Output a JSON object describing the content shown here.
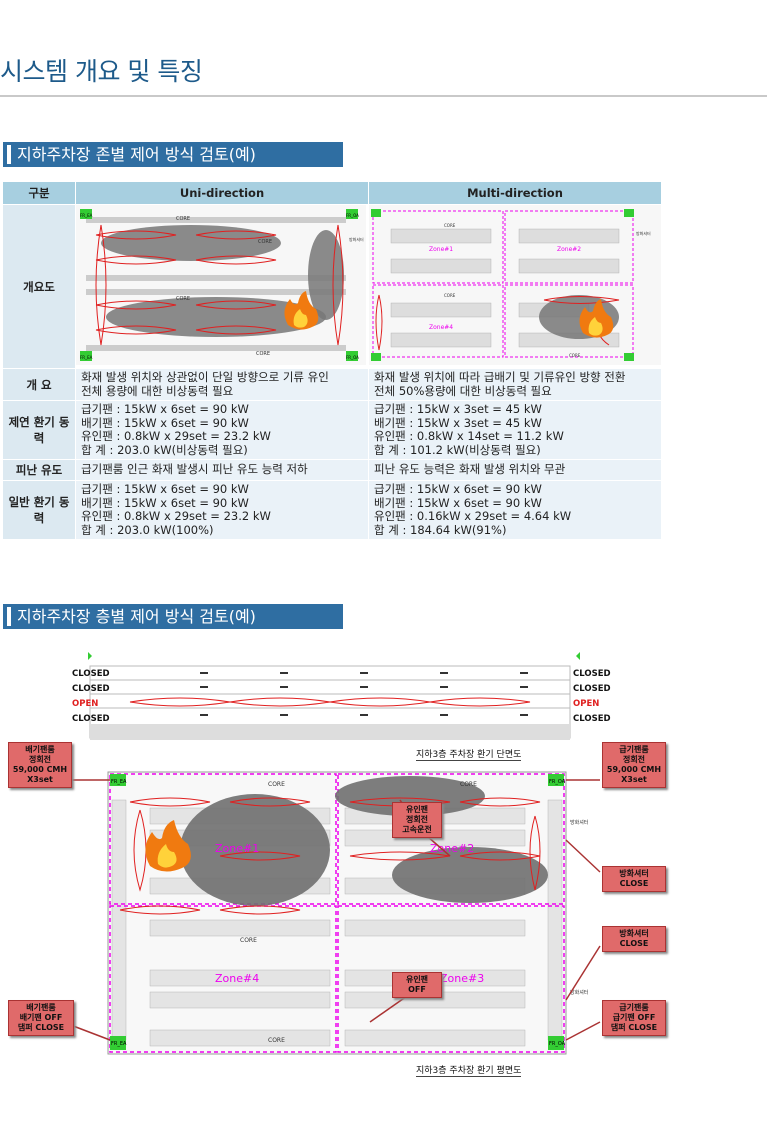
{
  "page_title": "시스템 개요 및 특징",
  "section1": {
    "title": "지하주차장 존별 제어 방식 검토(예)",
    "headers": [
      "구분",
      "Uni-direction",
      "Multi-direction"
    ],
    "diagram_label": "개요도",
    "diagram_labels_uni": [
      "CORE",
      "CORE",
      "CORE",
      "CORE",
      "FR_EA",
      "FR_OA",
      "FR_EA",
      "FR_OA",
      "방화셔터"
    ],
    "diagram_labels_multi": [
      "Zone#1",
      "Zone#2",
      "Zone#4",
      "CORE",
      "CORE",
      "CORE",
      "방화셔터"
    ],
    "rows": [
      {
        "label": "개 요",
        "uni": [
          "화재 발생 위치와 상관없이 단일 방향으로 기류 유인",
          "전체 용량에 대한 비상동력 필요"
        ],
        "multi": [
          "화재 발생 위치에 따라 급배기 및 기류유인 방향 전환",
          "전체 50%용량에 대한 비상동력 필요"
        ]
      },
      {
        "label": "제연 환기 동 력",
        "uni": [
          "급기팬 : 15kW x 6set = 90 kW",
          "배기팬 : 15kW x 6set = 90 kW",
          "유인팬 : 0.8kW x 29set = 23.2 kW",
          "합    계 : 203.0 kW(비상동력 필요)"
        ],
        "multi": [
          "급기팬 : 15kW x 3set = 45 kW",
          "배기팬 : 15kW x 3set = 45 kW",
          "유인팬 : 0.8kW x 14set = 11.2 kW",
          "합    계 : 101.2 kW(비상동력 필요)"
        ]
      },
      {
        "label": "피난 유도",
        "uni": [
          "급기팬룸 인근 화재 발생시 피난 유도 능력 저하"
        ],
        "multi": [
          "피난 유도 능력은 화재 발생 위치와 무관"
        ]
      },
      {
        "label": "일반 환기 동력",
        "uni": [
          "급기팬 : 15kW x 6set = 90 kW",
          "배기팬 : 15kW x 6set = 90 kW",
          "유인팬 : 0.8kW x 29set = 23.2 kW",
          "합    계 : 203.0 kW(100%)"
        ],
        "multi": [
          "급기팬 : 15kW x 6set = 90 kW",
          "배기팬 : 15kW x 6set = 90 kW",
          "유인팬 : 0.16kW x 29set = 4.64 kW",
          "합    계 : 184.64 kW(91%)"
        ]
      }
    ]
  },
  "section2": {
    "title": "지하주차장 층별 제어 방식 검토(예)",
    "section_caption": "지하3층 주차장 환기 단면도",
    "plan_caption": "지하3층 주차장 환기 평면도",
    "left_status": [
      "CLOSED",
      "CLOSED",
      "OPEN",
      "CLOSED"
    ],
    "right_status": [
      "CLOSED",
      "CLOSED",
      "OPEN",
      "CLOSED"
    ],
    "callouts": {
      "exhaust_top": [
        "배기팬룸",
        "정회전",
        "59,000 CMH",
        "X3set"
      ],
      "supply_top": [
        "급기팬룸",
        "정회전",
        "59,000 CMH",
        "X3set"
      ],
      "induct_on": [
        "유인팬",
        "정회전",
        "고속운전"
      ],
      "shutter1": [
        "방화셔터",
        "CLOSE"
      ],
      "shutter2": [
        "방화셔터",
        "CLOSE"
      ],
      "induct_off": [
        "유인팬",
        "OFF"
      ],
      "exhaust_bottom": [
        "배기팬룸",
        "배기팬 OFF",
        "댐퍼 CLOSE"
      ],
      "supply_bottom": [
        "급기팬룸",
        "급기팬 OFF",
        "댐퍼 CLOSE"
      ]
    },
    "zones": [
      "Zone#1",
      "Zone#2",
      "Zone#3",
      "Zone#4"
    ],
    "plan_labels": [
      "FR_EA",
      "FR_OA",
      "FR_EA",
      "FR_OA",
      "CORE",
      "CORE",
      "CORE",
      "CORE",
      "방화셔터",
      "방화셔터"
    ]
  }
}
